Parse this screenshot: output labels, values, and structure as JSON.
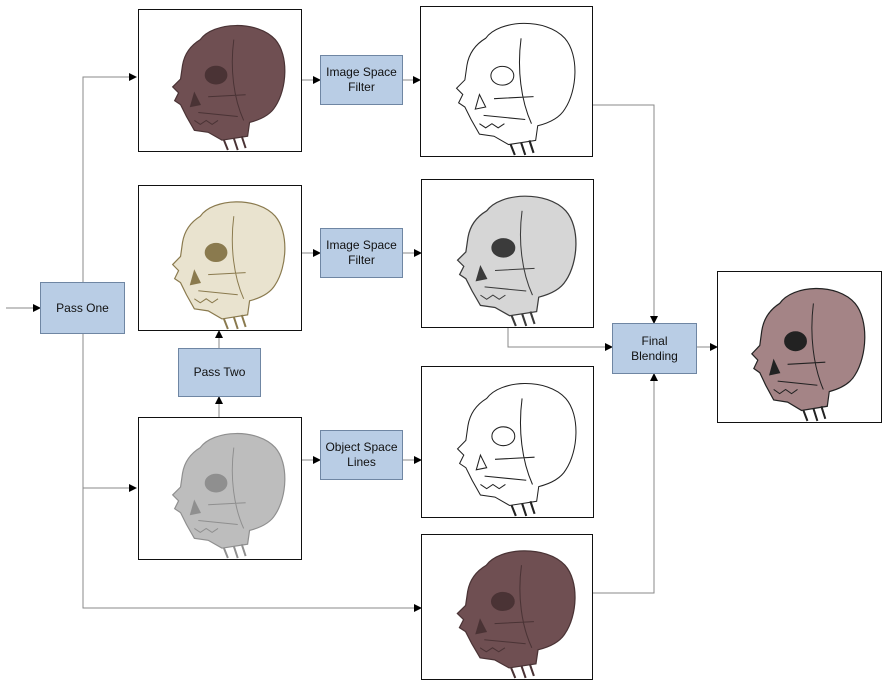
{
  "boxes": {
    "pass_one": "Pass One",
    "pass_two": "Pass Two",
    "image_space_filter_1": "Image Space\nFilter",
    "image_space_filter_2": "Image Space\nFilter",
    "object_space_lines": "Object Space\nLines",
    "final_blending": "Final\nBlending"
  },
  "images": [
    {
      "id": "render-dark-shaded",
      "style": "dark-shaded",
      "color": "#6b4b4d"
    },
    {
      "id": "render-light-warm",
      "style": "light-warm",
      "color": "#cfc6a8"
    },
    {
      "id": "render-gray",
      "style": "gray",
      "color": "#b5b5b5"
    },
    {
      "id": "render-edge-lines",
      "style": "edge-lines",
      "color": "#222222"
    },
    {
      "id": "render-gray-filtered",
      "style": "gray-filtered",
      "color": "#7a7a7a"
    },
    {
      "id": "render-object-lines",
      "style": "object-lines",
      "color": "#222222"
    },
    {
      "id": "render-dark-shaded-2",
      "style": "dark-shaded",
      "color": "#6b4b4d"
    },
    {
      "id": "render-final-blend",
      "style": "final",
      "color": "#8f7476"
    }
  ],
  "colors": {
    "box_fill": "#b9cde5",
    "box_border": "#6f86a3",
    "line": "#8a8a8a",
    "arrow": "#000000"
  }
}
